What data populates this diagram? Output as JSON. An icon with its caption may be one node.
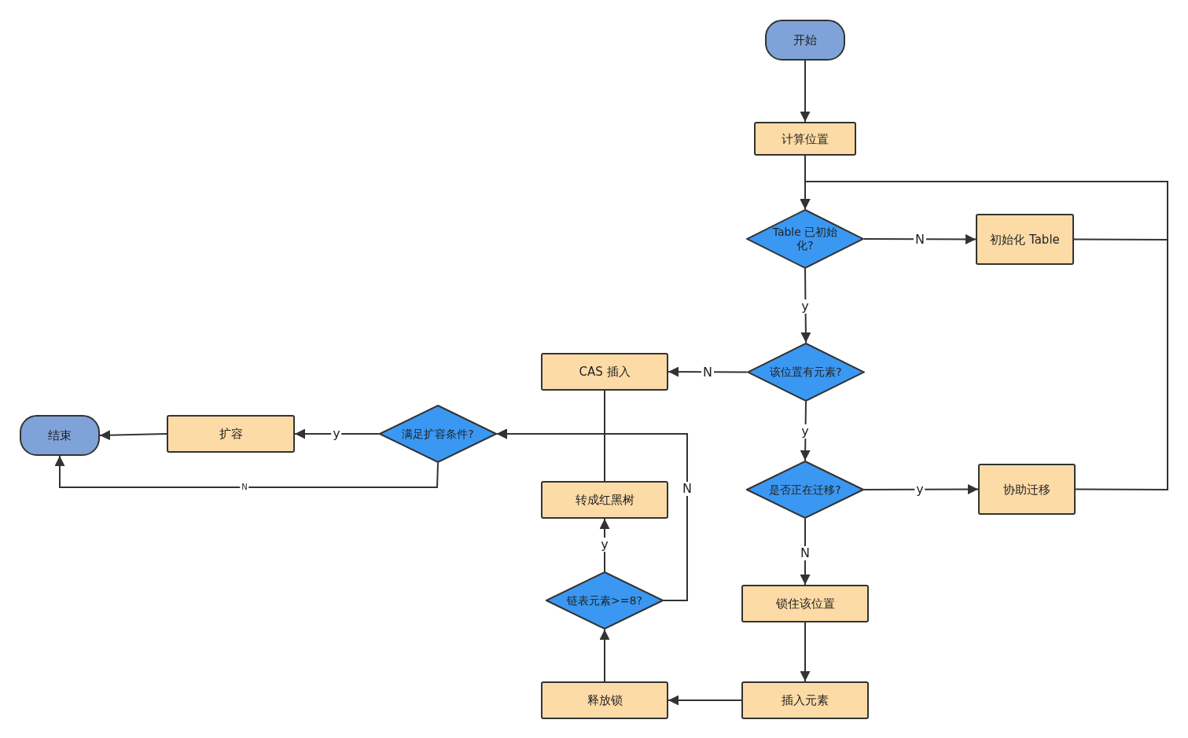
{
  "diagram": {
    "nodes": [
      {
        "text": [
          "开始"
        ]
      },
      {
        "text": [
          "计算位置"
        ]
      },
      {
        "text": [
          "Table 已初始化?"
        ]
      },
      {
        "text": [
          "初始化 Table"
        ]
      },
      {
        "text": [
          "该位置有元素?"
        ]
      },
      {
        "text": [
          "CAS 插入"
        ]
      },
      {
        "text": [
          "是否正在迁移?"
        ]
      },
      {
        "text": [
          "协助迁移"
        ]
      },
      {
        "text": [
          "锁住该位置"
        ]
      },
      {
        "text": [
          "插入元素"
        ]
      },
      {
        "text": [
          "释放锁"
        ]
      },
      {
        "text": [
          "链表元素>=8?"
        ]
      },
      {
        "text": [
          "转成红黑树"
        ]
      },
      {
        "text": [
          "满足扩容条件?"
        ]
      },
      {
        "text": [
          "扩容"
        ]
      },
      {
        "text": [
          "结束"
        ]
      }
    ],
    "edges": [
      {
        "from": 0,
        "to": 1,
        "arrow": "to"
      },
      {
        "from": 1,
        "to": 2,
        "arrow": "to"
      },
      {
        "from": 2,
        "to": 3,
        "arrow": "to",
        "label": "N"
      },
      {
        "from": 3,
        "to": 2,
        "arrow": "to"
      },
      {
        "from": 2,
        "to": 4,
        "arrow": "to",
        "label": "y"
      },
      {
        "from": 4,
        "to": 5,
        "arrow": "to",
        "label": "N"
      },
      {
        "from": 4,
        "to": 6,
        "arrow": "to",
        "label": "y"
      },
      {
        "from": 6,
        "to": 7,
        "arrow": "to",
        "label": "y"
      },
      {
        "from": 7,
        "to": 2,
        "arrow": "to"
      },
      {
        "from": 6,
        "to": 8,
        "arrow": "to",
        "label": "N"
      },
      {
        "from": 8,
        "to": 9,
        "arrow": "to"
      },
      {
        "from": 9,
        "to": 10,
        "arrow": "to"
      },
      {
        "from": 10,
        "to": 11,
        "arrow": "to"
      },
      {
        "from": 11,
        "to": 12,
        "arrow": "to",
        "label": "y"
      },
      {
        "from": 11,
        "to": 13,
        "arrow": "to",
        "label": "N"
      },
      {
        "from": 5,
        "to": 13,
        "arrow": "to"
      },
      {
        "from": 12,
        "to": 13,
        "arrow": "to"
      },
      {
        "from": 13,
        "to": 14,
        "arrow": "to",
        "label": "y"
      },
      {
        "from": 14,
        "to": 15,
        "arrow": "to"
      },
      {
        "from": 13,
        "to": 15,
        "arrow": "to",
        "label": "N"
      }
    ]
  }
}
